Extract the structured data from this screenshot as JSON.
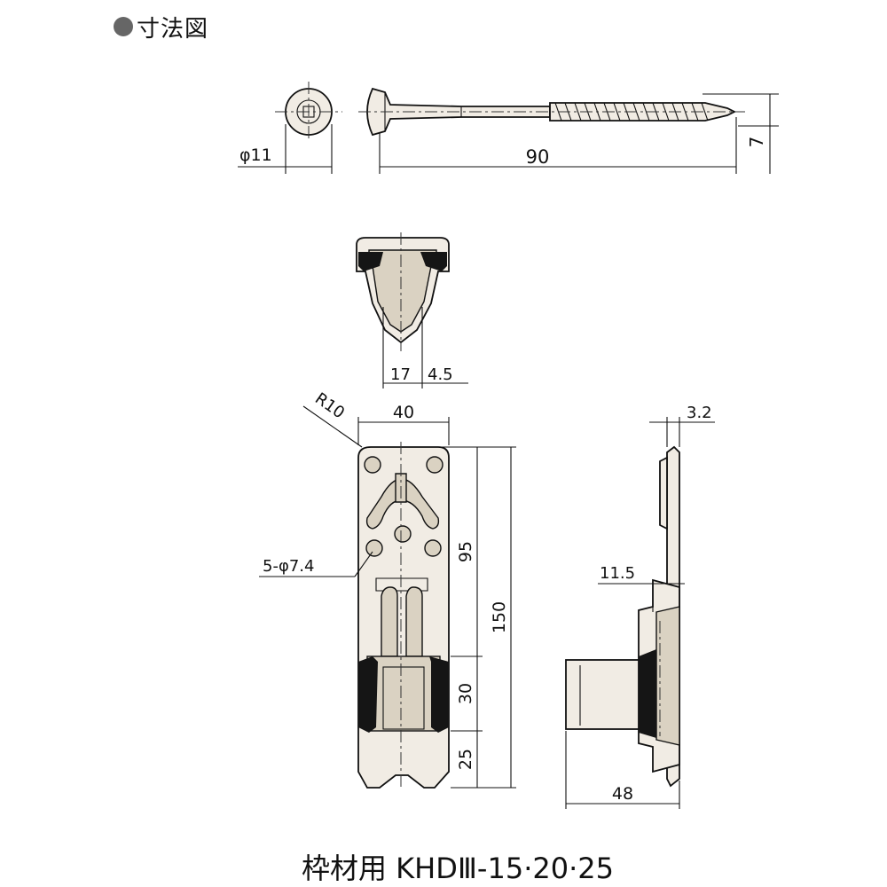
{
  "header": {
    "title": "寸法図"
  },
  "caption": {
    "text": "枠材用 KHDⅢ-15·20·25"
  },
  "dimensions": {
    "screw_head_diameter": "φ11",
    "screw_length": "90",
    "screw_tip": "7",
    "section_width": "17",
    "section_offset": "4.5",
    "corner_radius": "R10",
    "plate_width": "40",
    "holes": "5-φ7.4",
    "slot_length": "95",
    "plate_height": "150",
    "socket_height": "30",
    "bottom_height": "25",
    "plate_thickness": "3.2",
    "side_offset": "11.5",
    "side_depth": "48"
  },
  "colors": {
    "bullet": "#666666",
    "part_fill": "#f1ece4",
    "line": "#111111"
  }
}
